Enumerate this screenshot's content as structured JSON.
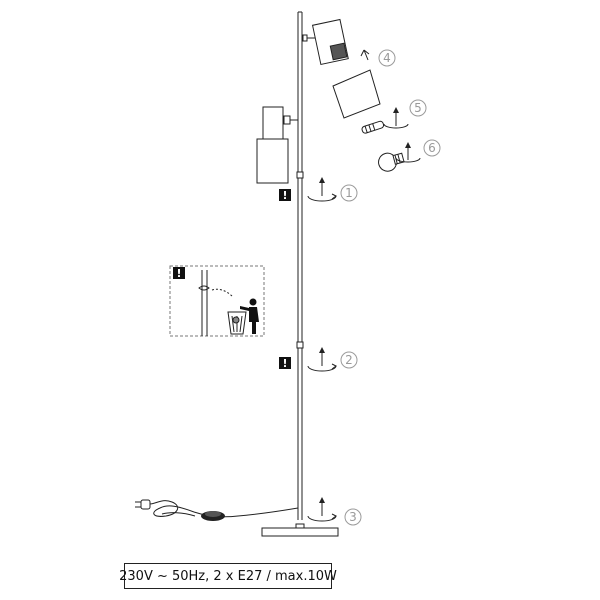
{
  "spec_label": "230V ~ 50Hz, 2 x E27 / max.10W",
  "warning_symbol": "!",
  "steps": [
    "1",
    "2",
    "3",
    "4",
    "5",
    "6"
  ],
  "colors": {
    "line": "#222222",
    "step_gray": "#9a9a9a",
    "warning_bg": "#111111",
    "warning_fg": "#ffffff"
  },
  "icons": [
    "warning-icon",
    "rotate-arrow-icon",
    "trash-bin-icon",
    "person-icon",
    "plug-icon",
    "foot-switch-icon",
    "light-bulb-icon",
    "lamp-shade-icon"
  ]
}
